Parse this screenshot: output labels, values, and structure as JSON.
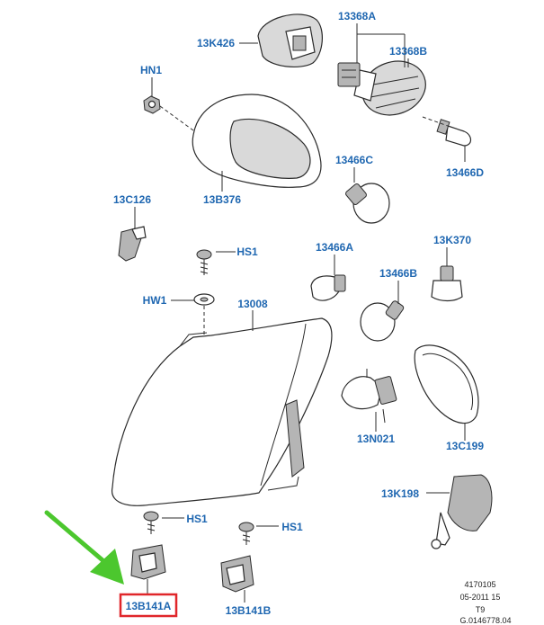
{
  "colors": {
    "label": "#1f67b1",
    "highlight_box": "#e0262a",
    "arrow": "#4cc72e",
    "line": "#2b2b2b"
  },
  "labels": {
    "13368A": "13368A",
    "13K426": "13K426",
    "13368B": "13368B",
    "HN1": "HN1",
    "13466C": "13466C",
    "13466D": "13466D",
    "13C126": "13C126",
    "13B376": "13B376",
    "HS1_top": "HS1",
    "13466A": "13466A",
    "13K370": "13K370",
    "HW1": "HW1",
    "13008": "13008",
    "13466B": "13466B",
    "13N021": "13N021",
    "13C199": "13C199",
    "13K198": "13K198",
    "HS1_left": "HS1",
    "HS1_right": "HS1",
    "13B141A": "13B141A",
    "13B141B": "13B141B"
  },
  "reference": {
    "line1": "4170105",
    "line2": "05-2011 15",
    "line3": "T9",
    "line4": "G.0146778.04"
  },
  "highlight": {
    "part": "13B141A"
  }
}
